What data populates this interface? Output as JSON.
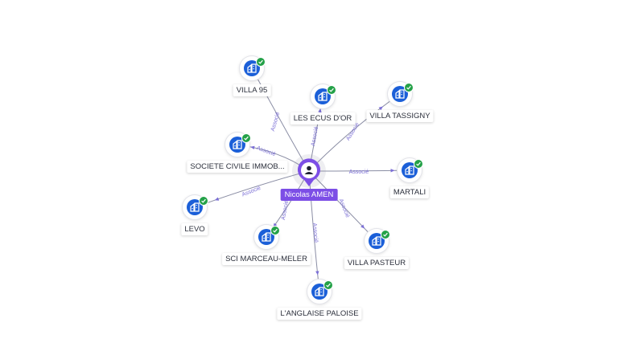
{
  "center": {
    "label": "Nicolas AMEN",
    "icon": "person-icon",
    "color": "#7c4ee6"
  },
  "edge_label": "Associé",
  "nodes": [
    {
      "id": "villa95",
      "label": "VILLA 95",
      "icon": "building-icon",
      "status": "verified"
    },
    {
      "id": "ecusdor",
      "label": "LES ECUS D'OR",
      "icon": "building-icon",
      "status": "verified"
    },
    {
      "id": "tassigny",
      "label": "VILLA TASSIGNY",
      "icon": "building-icon",
      "status": "verified"
    },
    {
      "id": "sci_immob",
      "label": "SOCIETE CIVILE IMMOB...",
      "icon": "building-icon",
      "status": "verified"
    },
    {
      "id": "martali",
      "label": "MARTALI",
      "icon": "building-icon",
      "status": "verified"
    },
    {
      "id": "levo",
      "label": "LEVO",
      "icon": "building-icon",
      "status": "verified"
    },
    {
      "id": "marceau",
      "label": "SCI MARCEAU-MELER",
      "icon": "building-icon",
      "status": "verified"
    },
    {
      "id": "pasteur",
      "label": "VILLA PASTEUR",
      "icon": "building-icon",
      "status": "verified"
    },
    {
      "id": "anglaise",
      "label": "L'ANGLAISE PALOISE",
      "icon": "building-icon",
      "status": "verified"
    }
  ],
  "colors": {
    "node": "#1b5fd8",
    "check": "#24a148",
    "edge": "#8a8da4",
    "edge_label": "#7b6fd6"
  }
}
